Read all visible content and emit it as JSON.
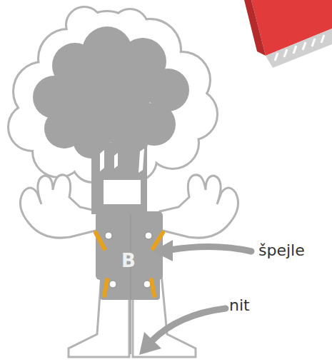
{
  "diagram": {
    "labels": [
      "špejle",
      "nit",
      "B"
    ]
  }
}
